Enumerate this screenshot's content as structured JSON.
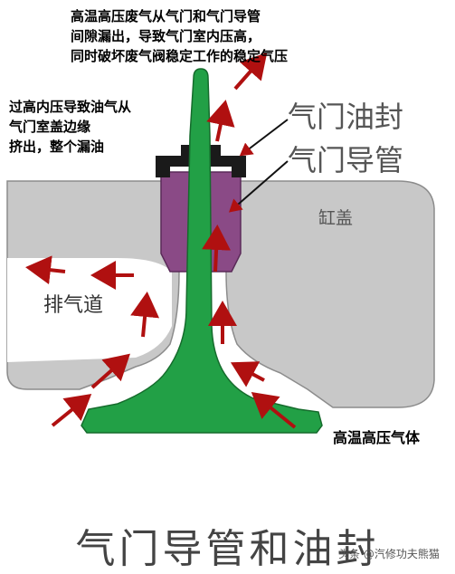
{
  "annotations": {
    "top_line1": "高温高压废气从气门和气门导管",
    "top_line2": "间隙漏出，导致气门室内压高，",
    "top_line3": "同时破坏废气阀稳定工作的稳定气压",
    "left_line1": "过高内压导致油气从",
    "left_line2": "气门室盖边缘",
    "left_line3": "挤出，整个漏油"
  },
  "labels": {
    "valve_seal": "气门油封",
    "valve_guide": "气门导管",
    "cylinder_head": "缸盖",
    "exhaust_port": "排气道",
    "high_temp_gas": "高温高压气体"
  },
  "title": "气门导管和油封",
  "watermark": "头条 @汽修功夫熊猫",
  "colors": {
    "cylinder_head": "#c8c8c8",
    "valve": "#22a046",
    "guide": "#8a4a86",
    "seal": "#1a1a1a",
    "arrows": "#b01010"
  }
}
